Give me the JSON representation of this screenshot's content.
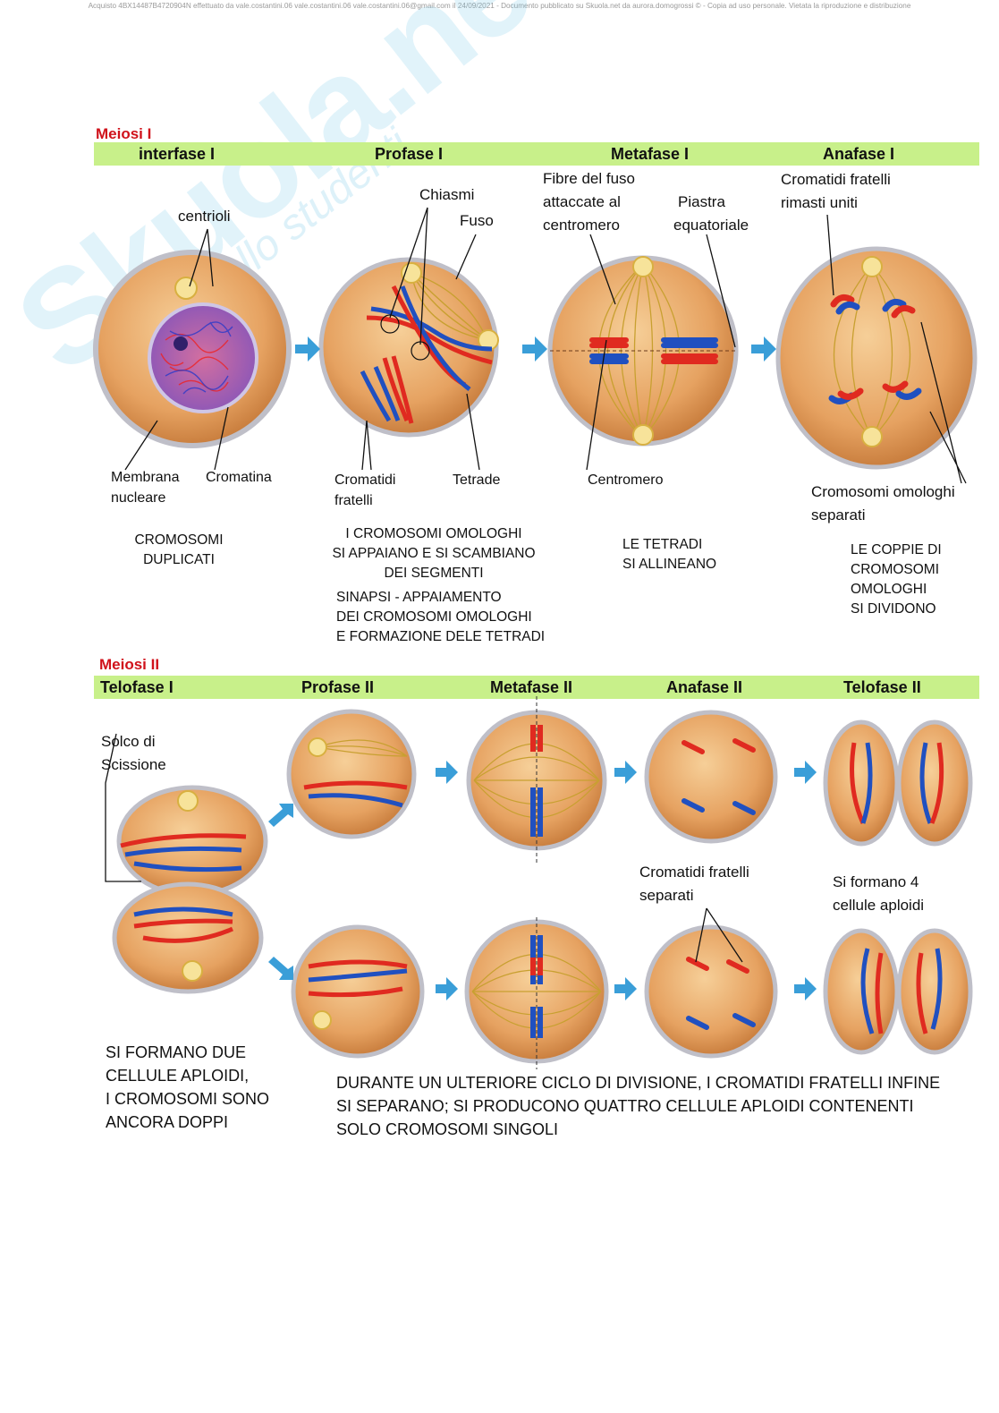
{
  "header": {
    "notice": "Acquisto 4BX14487B4720904N effettuato da vale.costantini.06 vale.costantini.06 vale.costantini.06@gmail.com il 24/09/2021 - Documento pubblicato su Skuola.net da aurora.domogrossi © - Copia ad uso personale. Vietata la riproduzione e distribuzione"
  },
  "watermark": {
    "brand": "Skuola.net",
    "tagline": "il portello studenti"
  },
  "meiosi1": {
    "title": "Meiosi I",
    "phases": [
      "interfase I",
      "Profase  I",
      "Metafase  I",
      "Anafase   I"
    ],
    "labels": {
      "centrioli": "centrioli",
      "chiasmi": "Chiasmi",
      "fuso": "Fuso",
      "fibre": [
        "Fibre del fuso",
        "attaccate al",
        "centromero"
      ],
      "piastra": [
        "Piastra",
        "equatoriale"
      ],
      "cromatidi_uniti": [
        "Cromatidi fratelli",
        "rimasti uniti"
      ],
      "membrana": [
        "Membrana",
        "nucleare"
      ],
      "cromatina": "Cromatina",
      "cromatidi_fratelli": [
        "Cromatidi",
        "fratelli"
      ],
      "tetrade": "Tetrade",
      "centromero": "Centromero",
      "omologhi_separati": [
        "Cromosomi omologhi",
        "separati"
      ]
    },
    "captions": {
      "interfase": [
        "CROMOSOMI",
        "DUPLICATI"
      ],
      "profase": [
        "I CROMOSOMI  OMOLOGHI",
        "SI APPAIANO E SI SCAMBIANO",
        "DEI SEGMENTI"
      ],
      "profase_sinapsi": [
        "SINAPSI - APPAIAMENTO",
        "DEI CROMOSOMI OMOLOGHI",
        "E FORMAZIONE DELE TETRADI"
      ],
      "metafase": [
        "LE TETRADI",
        "SI ALLINEANO"
      ],
      "anafase": [
        "LE COPPIE DI",
        "CROMOSOMI",
        "OMOLOGHI",
        "SI DIVIDONO"
      ]
    }
  },
  "meiosi2": {
    "title": "Meiosi II",
    "phases": [
      "Telofase  I",
      "Profase   II",
      "Metafase   II",
      "Anafase   II",
      "Telofase   II"
    ],
    "labels": {
      "solco": [
        "Solco di",
        "Scissione"
      ],
      "cromatidi_separati": [
        "Cromatidi fratelli",
        "separati"
      ],
      "quattro_cellule": [
        "Si formano 4",
        "cellule aploidi"
      ]
    },
    "captions": {
      "telofase": [
        "SI FORMANO DUE",
        "CELLULE APLOIDI,",
        "I CROMOSOMI SONO",
        "ANCORA DOPPI"
      ],
      "finale": [
        "DURANTE UN ULTERIORE CICLO DI DIVISIONE, I CROMATIDI FRATELLI INFINE",
        "SI SEPARANO; SI PRODUCONO QUATTRO CELLULE  APLOIDI CONTENENTI",
        "SOLO CROMOSOMI SINGOLI"
      ]
    }
  },
  "colors": {
    "band": "#c8f08a",
    "title_red": "#d0121b",
    "cell_fill": "#e8a868",
    "cell_edge": "#c0c0c8",
    "chrom_red": "#e02a20",
    "chrom_blue": "#2050c0",
    "spindle": "#c8a030",
    "arrow": "#3a9ed8"
  }
}
